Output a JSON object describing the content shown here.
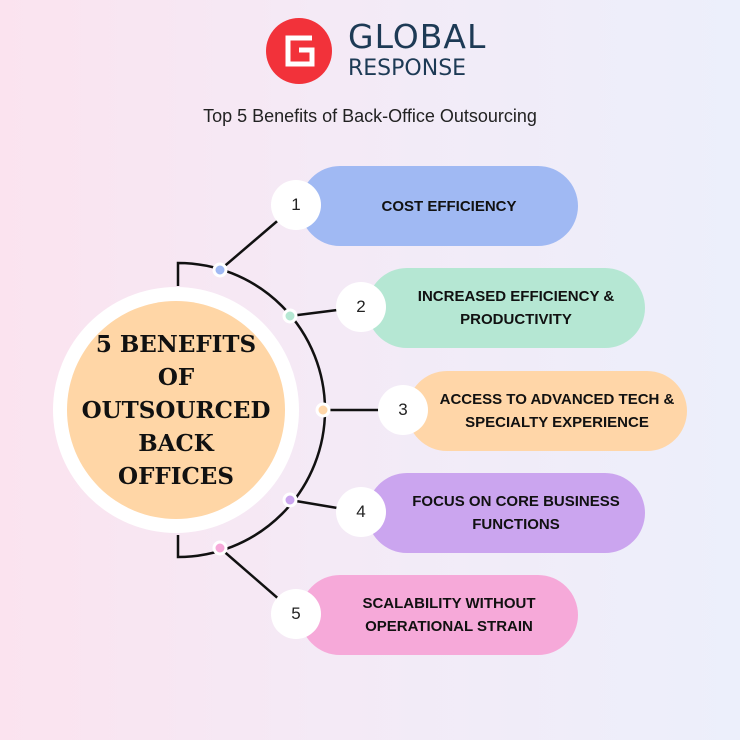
{
  "brand": {
    "name_line1": "GLOBAL",
    "name_line2": "RESPONSE"
  },
  "subtitle": "Top 5 Benefits of Back-Office Outsourcing",
  "hub": {
    "text": "5 BENEFITS OF OUTSOURCED BACK OFFICES"
  },
  "benefits": [
    {
      "number": "1",
      "label": "COST EFFICIENCY",
      "color": "#a0b9f3"
    },
    {
      "number": "2",
      "label": "INCREASED EFFICIENCY & PRODUCTIVITY",
      "color": "#b5e7d3"
    },
    {
      "number": "3",
      "label": "ACCESS TO ADVANCED TECH & SPECIALTY EXPERIENCE",
      "color": "#ffd6a8"
    },
    {
      "number": "4",
      "label": "FOCUS ON CORE BUSINESS FUNCTIONS",
      "color": "#cba5ef"
    },
    {
      "number": "5",
      "label": "SCALABILITY WITHOUT OPERATIONAL STRAIN",
      "color": "#f6a9d9"
    }
  ]
}
